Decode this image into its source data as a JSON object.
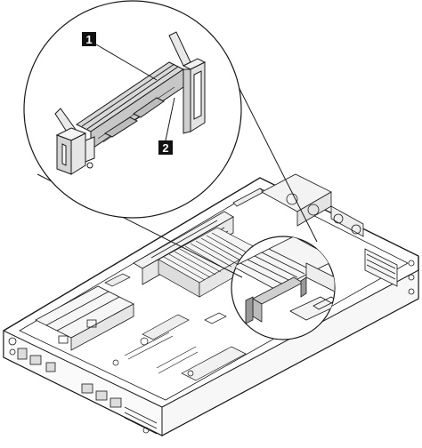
{
  "figure": {
    "callouts": [
      {
        "label": "1"
      },
      {
        "label": "2"
      }
    ],
    "colors": {
      "line": "#1a1a1a",
      "callout_bg": "#111111",
      "callout_text": "#ffffff",
      "background": "#ffffff"
    },
    "parts": {
      "detail": "magnified-m2-module-view",
      "chassis": "server-chassis-top-view",
      "highlight": "module-location-circle"
    }
  }
}
